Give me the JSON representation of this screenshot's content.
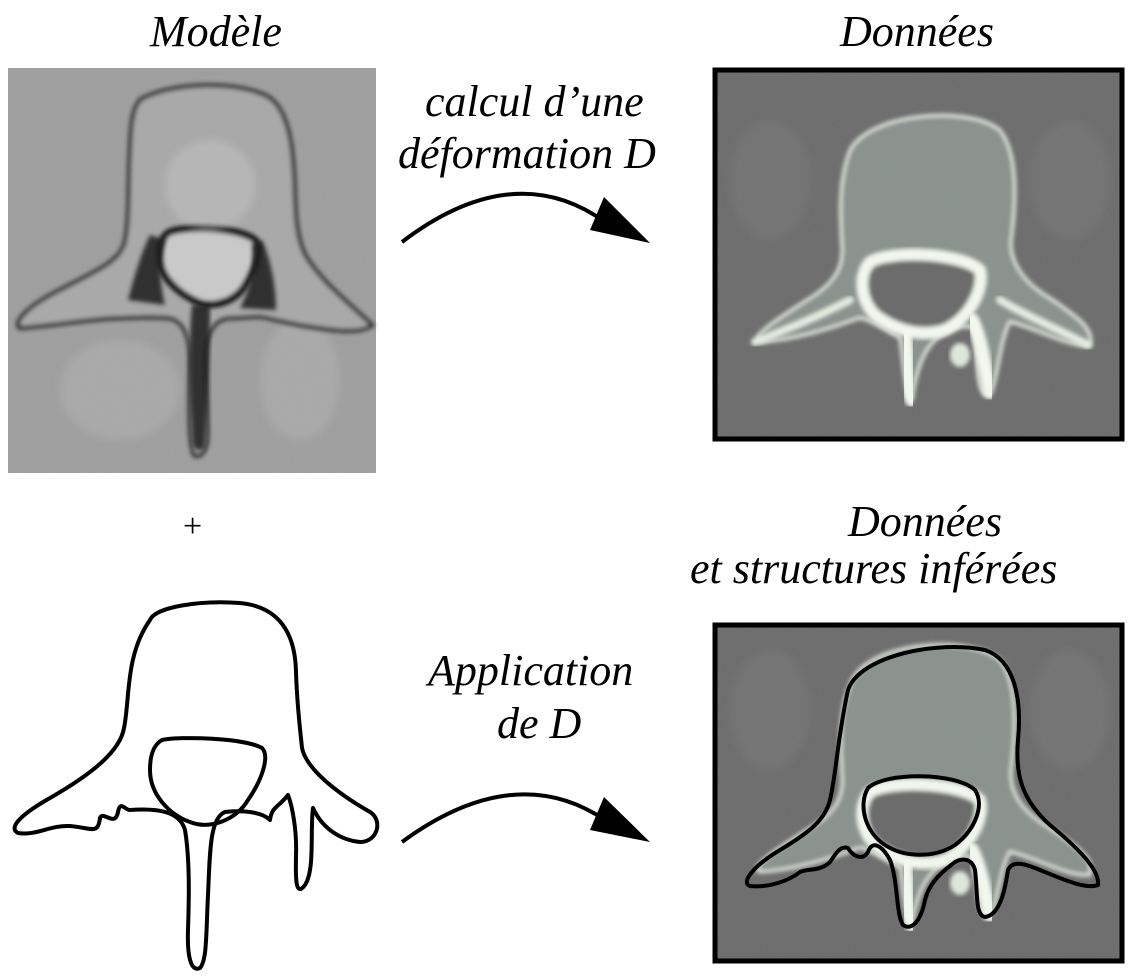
{
  "labels": {
    "model": "Modèle",
    "data": "Données",
    "compute_line1": "calcul d’une",
    "compute_line2": "déformation D",
    "plus": "+",
    "data_inferred_line1": "Données",
    "data_inferred_line2": "et structures inférées",
    "apply_line1": "Application",
    "apply_line2": "de D"
  },
  "colors": {
    "model_bg": "#9c9c9c",
    "scan_bg": "#6b6b6b",
    "bone_light": "#e8efe6",
    "outline": "#000000"
  }
}
